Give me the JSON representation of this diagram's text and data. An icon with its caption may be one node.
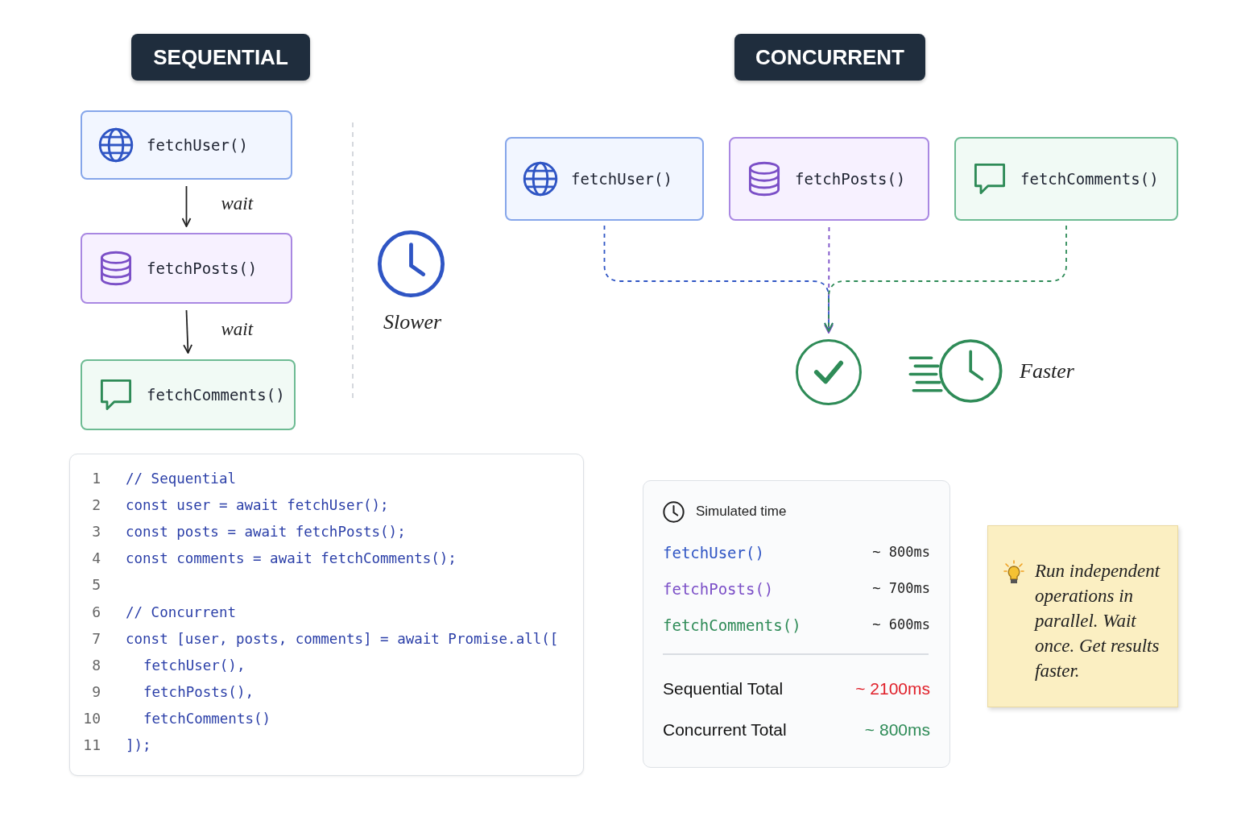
{
  "diagram": {
    "nodes": [
      {
        "text": [
          "SEQUENTIAL"
        ]
      },
      {
        "text": [
          "CONCURRENT"
        ]
      },
      {
        "text": [
          "fetchUser()"
        ]
      },
      {
        "text": [
          "fetchPosts()"
        ]
      },
      {
        "text": [
          "fetchComments()"
        ]
      },
      {
        "text": [
          "fetchUser()"
        ]
      },
      {
        "text": [
          "fetchPosts()"
        ]
      },
      {
        "text": [
          "fetchComments()"
        ]
      },
      {
        "text": [],
        "shape": "circle"
      },
      {
        "text": [
          "// Sequential",
          "const user = await fetchUser();",
          "const posts = await fetchPosts();",
          "const comments = await fetchComments();",
          "// Concurrent",
          "const [user, posts, comments] = await Promise.all([",
          "fetchUser(),",
          "fetchPosts(),",
          "fetchComments()",
          "]);"
        ]
      },
      {
        "text": [
          "Simulated time",
          "fetchUser()",
          "~ 800ms",
          "fetchPosts()",
          "~ 700ms",
          "fetchComments()",
          "~ 600ms",
          "Sequential Total",
          "~ 2100ms",
          "Concurrent Total",
          "~ 800ms"
        ]
      },
      {
        "text": [
          "Run independent operations in parallel. Wait once. Get results faster."
        ]
      }
    ],
    "edges": [
      {
        "from": 2,
        "to": 3,
        "arrow": "to",
        "label": "wait"
      },
      {
        "from": 3,
        "to": 4,
        "arrow": "to",
        "label": "wait"
      },
      {
        "from": 5,
        "to": 8,
        "arrow": "to",
        "style": "dashed",
        "color": "#2f55c4"
      },
      {
        "from": 6,
        "to": 8,
        "arrow": "to",
        "style": "dashed",
        "color": "#7b4fc7"
      },
      {
        "from": 7,
        "to": 8,
        "arrow": "to",
        "style": "dashed",
        "color": "#2e8b57"
      }
    ],
    "labels": [
      "Slower",
      "Faster",
      "1",
      "2",
      "3",
      "4",
      "5",
      "6",
      "7",
      "8",
      "9",
      "10",
      "11"
    ]
  }
}
